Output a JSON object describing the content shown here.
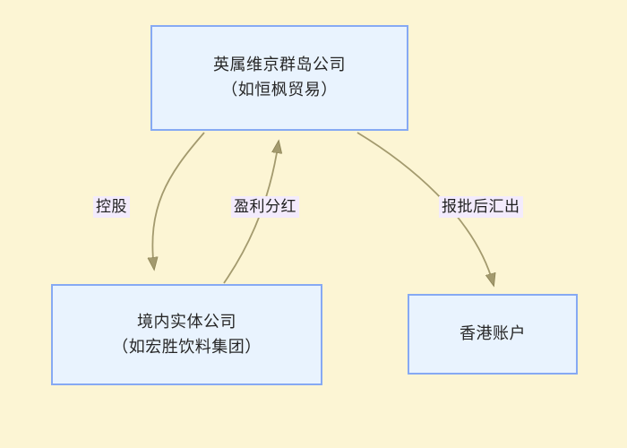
{
  "diagram": {
    "background_color": "#fcf5d4",
    "node_fill_color": "#e9f3fe",
    "node_border_color": "#86a9f3",
    "edge_color": "#a39a6e",
    "label_background_color": "#f3ebfc",
    "text_color": "#272727",
    "nodes": [
      {
        "id": "bvi",
        "lines": [
          "英属维京群岛公司",
          "（如恒枫贸易）"
        ]
      },
      {
        "id": "domestic",
        "lines": [
          "境内实体公司",
          "（如宏胜饮料集团）"
        ]
      },
      {
        "id": "hk",
        "lines": [
          "香港账户"
        ]
      }
    ],
    "edges": [
      {
        "id": "holding",
        "label": "控股",
        "from": "bvi",
        "to": "domestic"
      },
      {
        "id": "dividend",
        "label": "盈利分红",
        "from": "domestic",
        "to": "bvi"
      },
      {
        "id": "remit",
        "label": "报批后汇出",
        "from": "bvi",
        "to": "hk"
      }
    ]
  }
}
